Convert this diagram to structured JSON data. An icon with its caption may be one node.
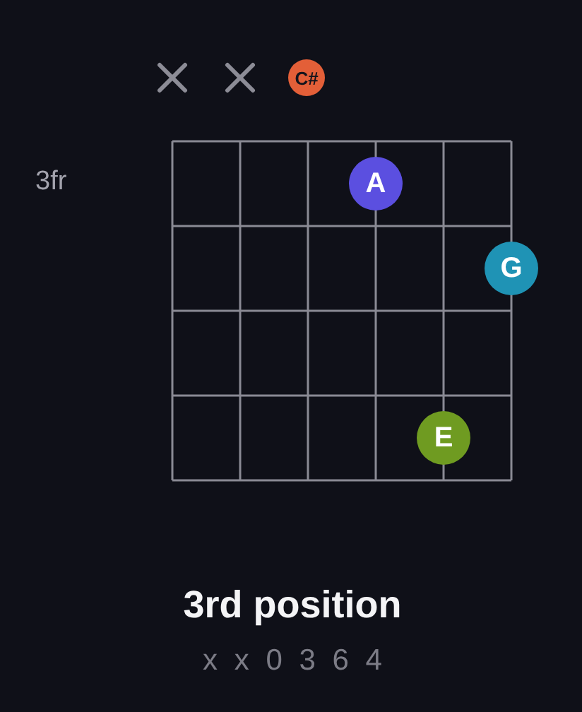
{
  "diagram": {
    "title": "3rd position",
    "nodes": [
      {
        "text": [
          "C#"
        ]
      },
      {
        "text": [
          "A"
        ]
      },
      {
        "text": [
          "G"
        ]
      },
      {
        "text": [
          "E"
        ]
      }
    ],
    "labels": [
      "3fr",
      "x x 0 3 6 4"
    ]
  }
}
